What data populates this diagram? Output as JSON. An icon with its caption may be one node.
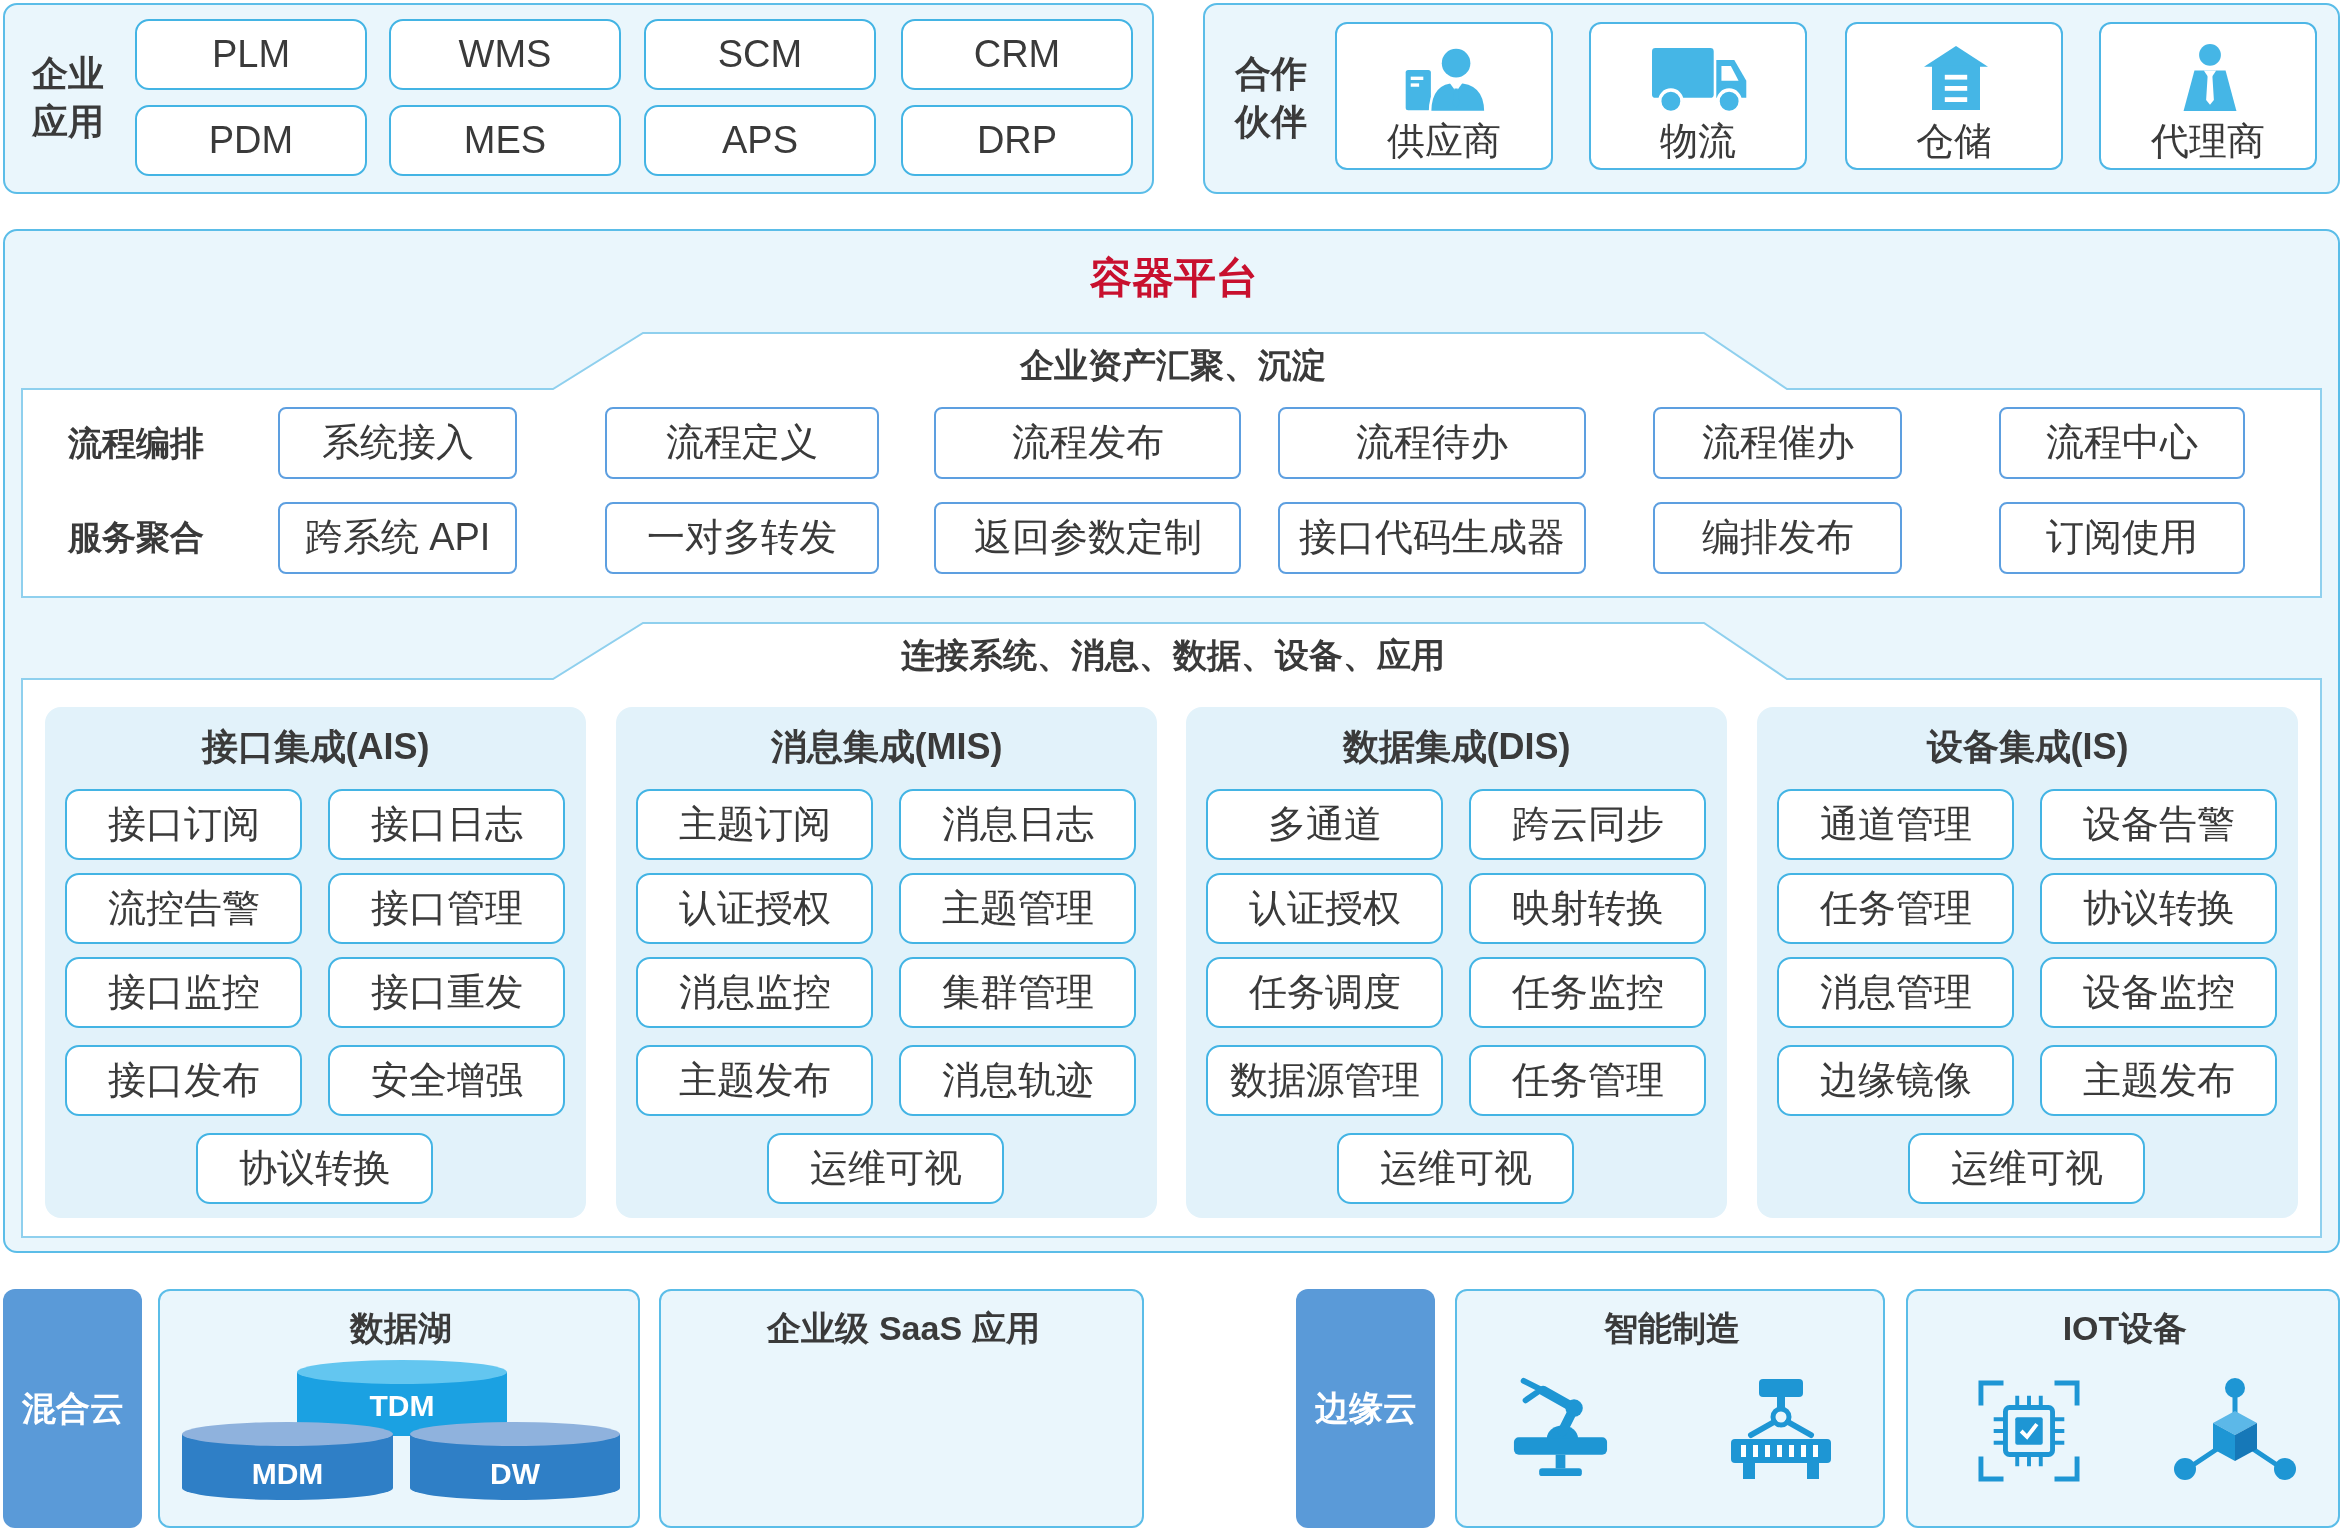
{
  "diagram": {
    "nodes": [
      {
        "text": [
          "企业应用"
        ]
      },
      {
        "text": [
          "PLM"
        ],
        "in": 0
      },
      {
        "text": [
          "WMS"
        ],
        "in": 0
      },
      {
        "text": [
          "SCM"
        ],
        "in": 0
      },
      {
        "text": [
          "CRM"
        ],
        "in": 0
      },
      {
        "text": [
          "PDM"
        ],
        "in": 0
      },
      {
        "text": [
          "MES"
        ],
        "in": 0
      },
      {
        "text": [
          "APS"
        ],
        "in": 0
      },
      {
        "text": [
          "DRP"
        ],
        "in": 0
      },
      {
        "text": [
          "合作伙伴"
        ]
      },
      {
        "text": [
          "供应商"
        ],
        "in": 9
      },
      {
        "text": [
          "物流"
        ],
        "in": 9
      },
      {
        "text": [
          "仓储"
        ],
        "in": 9
      },
      {
        "text": [
          "代理商"
        ],
        "in": 9
      },
      {
        "text": [
          "容器平台"
        ]
      },
      {
        "text": [
          "企业资产汇聚、沉淀",
          "流程编排",
          "服务聚合"
        ],
        "in": 14
      },
      {
        "text": [
          "系统接入"
        ],
        "in": 15
      },
      {
        "text": [
          "流程定义"
        ],
        "in": 15
      },
      {
        "text": [
          "流程发布"
        ],
        "in": 15
      },
      {
        "text": [
          "流程待办"
        ],
        "in": 15
      },
      {
        "text": [
          "流程催办"
        ],
        "in": 15
      },
      {
        "text": [
          "流程中心"
        ],
        "in": 15
      },
      {
        "text": [
          "跨系统 API"
        ],
        "in": 15
      },
      {
        "text": [
          "一对多转发"
        ],
        "in": 15
      },
      {
        "text": [
          "返回参数定制"
        ],
        "in": 15
      },
      {
        "text": [
          "接口代码生成器"
        ],
        "in": 15
      },
      {
        "text": [
          "编排发布"
        ],
        "in": 15
      },
      {
        "text": [
          "订阅使用"
        ],
        "in": 15
      },
      {
        "text": [
          "连接系统、消息、数据、设备、应用"
        ],
        "in": 14
      },
      {
        "text": [
          "接口集成(AIS)"
        ],
        "in": 28
      },
      {
        "text": [
          "接口订阅"
        ],
        "in": 29
      },
      {
        "text": [
          "接口日志"
        ],
        "in": 29
      },
      {
        "text": [
          "流控告警"
        ],
        "in": 29
      },
      {
        "text": [
          "接口管理"
        ],
        "in": 29
      },
      {
        "text": [
          "接口监控"
        ],
        "in": 29
      },
      {
        "text": [
          "接口重发"
        ],
        "in": 29
      },
      {
        "text": [
          "接口发布"
        ],
        "in": 29
      },
      {
        "text": [
          "安全增强"
        ],
        "in": 29
      },
      {
        "text": [
          "协议转换"
        ],
        "in": 29
      },
      {
        "text": [
          "消息集成(MIS)"
        ],
        "in": 28
      },
      {
        "text": [
          "主题订阅"
        ],
        "in": 39
      },
      {
        "text": [
          "消息日志"
        ],
        "in": 39
      },
      {
        "text": [
          "认证授权"
        ],
        "in": 39
      },
      {
        "text": [
          "主题管理"
        ],
        "in": 39
      },
      {
        "text": [
          "消息监控"
        ],
        "in": 39
      },
      {
        "text": [
          "集群管理"
        ],
        "in": 39
      },
      {
        "text": [
          "主题发布"
        ],
        "in": 39
      },
      {
        "text": [
          "消息轨迹"
        ],
        "in": 39
      },
      {
        "text": [
          "运维可视"
        ],
        "in": 39
      },
      {
        "text": [
          "数据集成(DIS)"
        ],
        "in": 28
      },
      {
        "text": [
          "多通道"
        ],
        "in": 49
      },
      {
        "text": [
          "跨云同步"
        ],
        "in": 49
      },
      {
        "text": [
          "认证授权"
        ],
        "in": 49
      },
      {
        "text": [
          "映射转换"
        ],
        "in": 49
      },
      {
        "text": [
          "任务调度"
        ],
        "in": 49
      },
      {
        "text": [
          "任务监控"
        ],
        "in": 49
      },
      {
        "text": [
          "数据源管理"
        ],
        "in": 49
      },
      {
        "text": [
          "任务管理"
        ],
        "in": 49
      },
      {
        "text": [
          "运维可视"
        ],
        "in": 49
      },
      {
        "text": [
          "设备集成(IS)"
        ],
        "in": 28
      },
      {
        "text": [
          "通道管理"
        ],
        "in": 59
      },
      {
        "text": [
          "设备告警"
        ],
        "in": 59
      },
      {
        "text": [
          "任务管理"
        ],
        "in": 59
      },
      {
        "text": [
          "协议转换"
        ],
        "in": 59
      },
      {
        "text": [
          "消息管理"
        ],
        "in": 59
      },
      {
        "text": [
          "设备监控"
        ],
        "in": 59
      },
      {
        "text": [
          "边缘镜像"
        ],
        "in": 59
      },
      {
        "text": [
          "主题发布"
        ],
        "in": 59
      },
      {
        "text": [
          "运维可视"
        ],
        "in": 59
      },
      {
        "text": [
          "混合云"
        ]
      },
      {
        "text": [
          "数据湖"
        ]
      },
      {
        "text": [
          "TDM"
        ],
        "in": 70
      },
      {
        "text": [
          "MDM"
        ],
        "in": 70
      },
      {
        "text": [
          "DW"
        ],
        "in": 70
      },
      {
        "text": [
          "企业级 SaaS 应用"
        ]
      },
      {
        "text": [
          "边缘云"
        ]
      },
      {
        "text": [
          "智能制造"
        ]
      },
      {
        "text": [
          "IOT设备"
        ]
      }
    ]
  }
}
